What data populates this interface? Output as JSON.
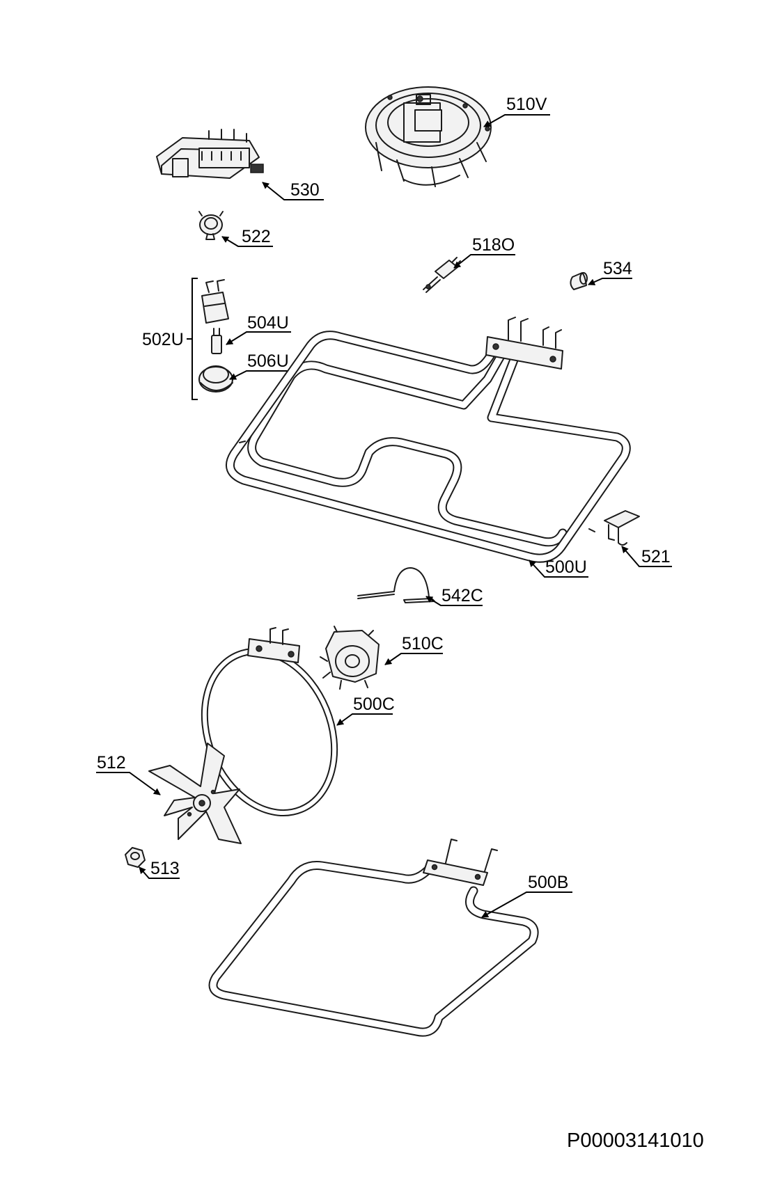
{
  "labels": {
    "l510V": "510V",
    "l530": "530",
    "l522": "522",
    "l518O": "518O",
    "l534": "534",
    "l502U": "502U",
    "l504U": "504U",
    "l506U": "506U",
    "l521": "521",
    "l500U": "500U",
    "l542C": "542C",
    "l510C": "510C",
    "l500C": "500C",
    "l512": "512",
    "l513": "513",
    "l500B": "500B"
  },
  "drawing_code": "P00003141010"
}
